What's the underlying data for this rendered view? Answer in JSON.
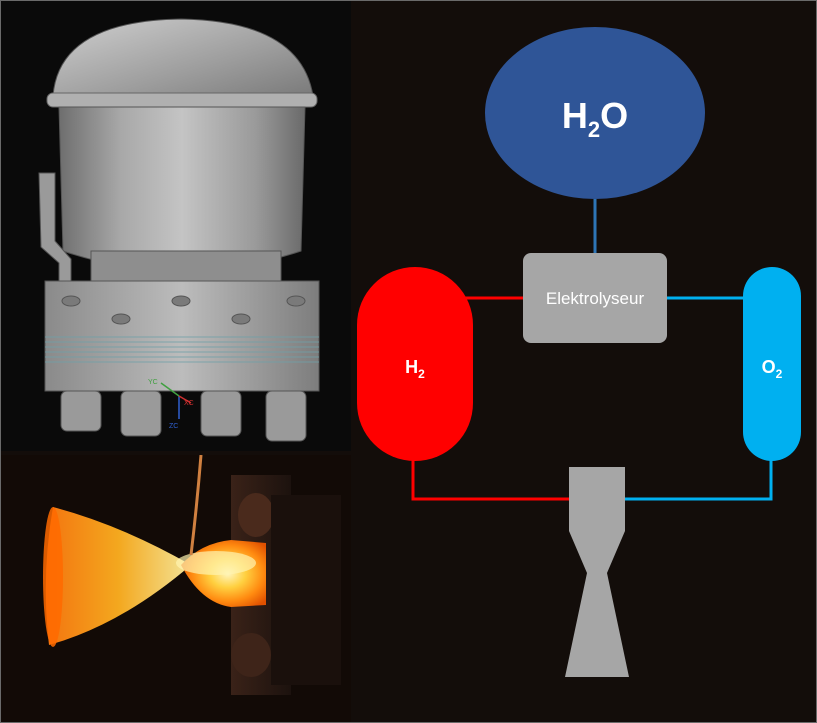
{
  "images": {
    "cad_model": {
      "axis_labels": [
        "YC",
        "XC",
        "ZC"
      ]
    },
    "hot_fire_test": {}
  },
  "diagram": {
    "water_tank": {
      "label": "H",
      "sub": "2",
      "suffix": "O",
      "color": "#2f5597"
    },
    "electrolyzer": {
      "label": "Elektrolyseur",
      "color": "#a6a6a6"
    },
    "hydrogen_tank": {
      "label": "H",
      "sub": "2",
      "color": "#ff0000"
    },
    "oxygen_tank": {
      "label": "O",
      "sub": "2",
      "color": "#00b0f0"
    },
    "nozzle": {
      "color": "#a6a6a6"
    },
    "line_colors": {
      "hydrogen": "#ff0000",
      "oxygen": "#00b0f0",
      "water": "#2e75b6"
    }
  }
}
